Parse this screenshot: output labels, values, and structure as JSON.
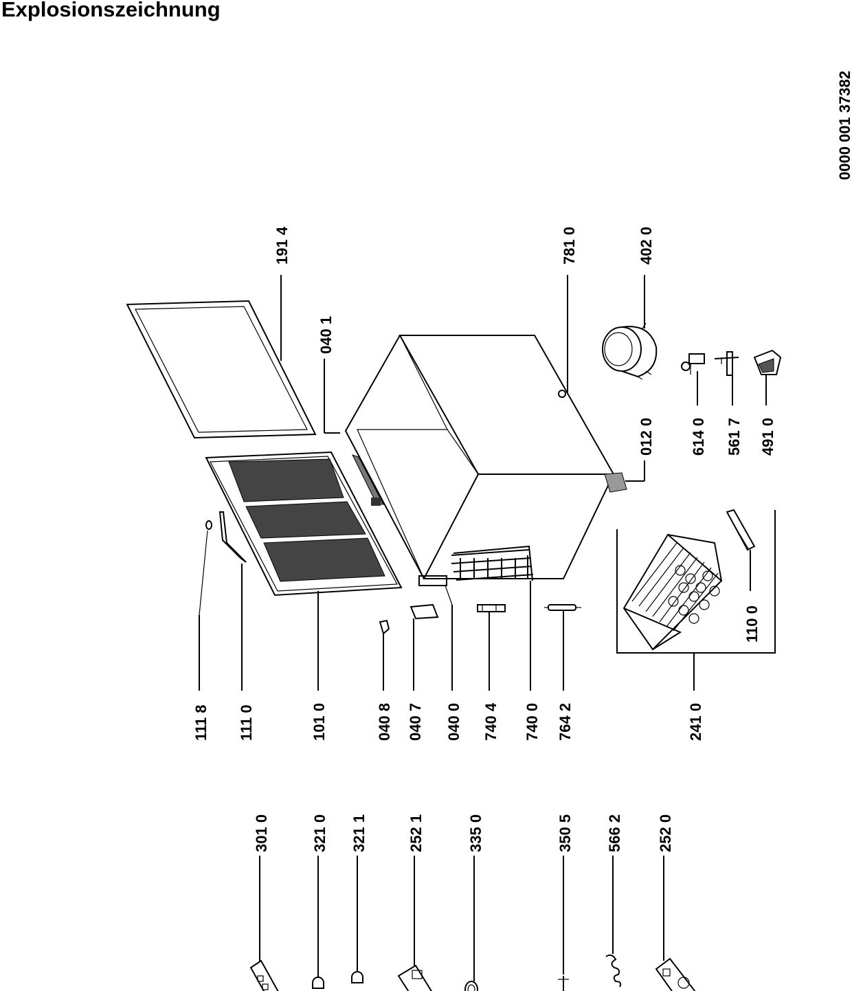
{
  "title": "Explosionszeichnung",
  "doc_number": "0000 001 37382",
  "labels": {
    "l1914": "191 4",
    "l0401": "040 1",
    "l7810": "781 0",
    "l4020": "402 0",
    "l0120": "012 0",
    "l6140": "614 0",
    "l5617": "561 7",
    "l4910": "491 0",
    "l1100": "110 0",
    "l2410": "241 0",
    "l1118": "111 8",
    "l1110": "111 0",
    "l1010": "101 0",
    "l0408": "040 8",
    "l0407": "040 7",
    "l0400": "040 0",
    "l7404": "740 4",
    "l7400": "740 0",
    "l7642": "764 2",
    "l3010": "301 0",
    "l3210": "321 0",
    "l3211": "321 1",
    "l2521": "252 1",
    "l3350": "335 0",
    "l3505": "350 5",
    "l5662": "566 2",
    "l2520": "252 0"
  },
  "icons": {
    "lid_seal": "lid-seal-frame-icon",
    "lid": "lid-icon",
    "cabinet": "freezer-cabinet-icon",
    "compressor": "compressor-icon",
    "basket": "wire-basket-icon",
    "thermostat": "thermostat-icon"
  }
}
